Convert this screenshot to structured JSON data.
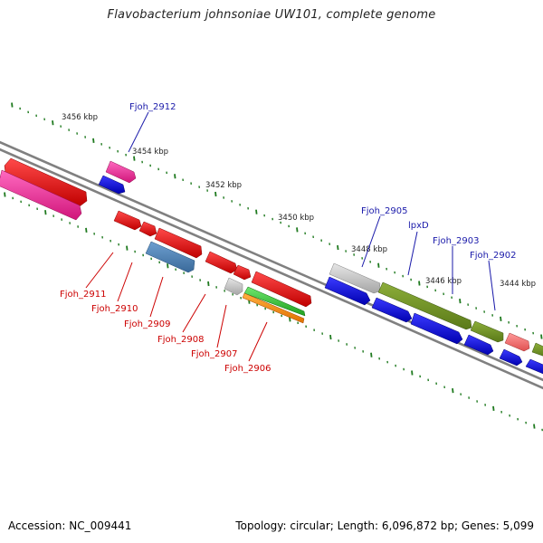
{
  "title": "Flavobacterium johnsoniae UW101, complete genome",
  "footer": {
    "accession": "Accession: NC_009441",
    "summary": "Topology: circular; Length: 6,096,872 bp; Genes: 5,099"
  },
  "colors": {
    "backbone": "#8a8a8a",
    "tick": "#1f7a1f",
    "label_blue": "#1a1aaa",
    "label_red": "#cc0000"
  },
  "kbp_labels": [
    "3456 kbp",
    "3454 kbp",
    "3452 kbp",
    "3450 kbp",
    "3448 kbp",
    "3446 kbp",
    "3444 kbp"
  ],
  "gene_labels_blue": [
    "Fjoh_2912",
    "Fjoh_2905",
    "lpxD",
    "Fjoh_2903",
    "Fjoh_2902"
  ],
  "gene_labels_red": [
    "Fjoh_2911",
    "Fjoh_2910",
    "Fjoh_2909",
    "Fjoh_2908",
    "Fjoh_2907",
    "Fjoh_2906"
  ]
}
